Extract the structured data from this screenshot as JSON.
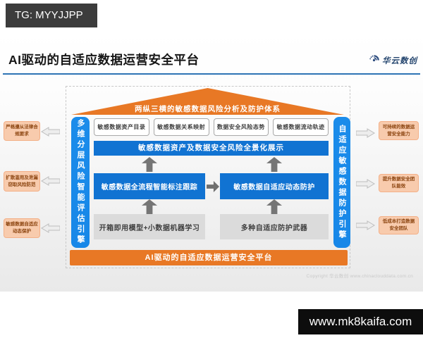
{
  "overlay": {
    "tg_label": "TG: MYYJJPP",
    "watermark": "www.mk8kaifa.com"
  },
  "header": {
    "title": "AI驱动的自适应数据运营安全平台",
    "logo_text": "华云数创"
  },
  "diagram": {
    "roof_title": "两纵三横的敏感数据风险分析及防护体系",
    "top_boxes": [
      "敏感数据资产目录",
      "敏感数据关系映射",
      "数据安全风险态势",
      "敏感数据流动轨迹"
    ],
    "panorama_bar": "敏感数据资产及数据安全风险全景化展示",
    "process_left": "敏感数据全流程智能标注跟踪",
    "process_right": "敏感数据自适应动态防护",
    "engine_left": "开箱即用模型+小数据机器学习",
    "engine_right": "多种自适应防护武器",
    "left_rail": "多维分层风险智能评估引擎",
    "right_rail": "自适应敏感数据防护引擎",
    "bottom_bar": "AI驱动的自适应数据运营安全平台",
    "left_notes": [
      {
        "line1": "严格遵从法律合",
        "line2": "规要求"
      },
      {
        "line1": "扩散滥用及泄漏",
        "line2": "窃取风险防范"
      },
      {
        "line1": "敏感数据自适应",
        "line2": "动态保护"
      }
    ],
    "right_notes": [
      {
        "line1": "可持续的数据运",
        "line2": "营安全能力"
      },
      {
        "line1": "提升数据安全团",
        "line2": "队能效"
      },
      {
        "line1": "低成本打造数据",
        "line2": "安全团队"
      }
    ]
  },
  "footer": {
    "copyright": "Copyright 华云数创  www.chinaclouddata.com.cn"
  },
  "colors": {
    "accent_orange": "#e87825",
    "accent_blue": "#1173d2",
    "rail_blue": "#1787e8",
    "note_peach": "#f8cbad",
    "note_text": "#8c4510",
    "underline_blue": "#2e74b5",
    "gray_box": "#dbdbdb",
    "watermark_bg": "#0d0d0d"
  }
}
